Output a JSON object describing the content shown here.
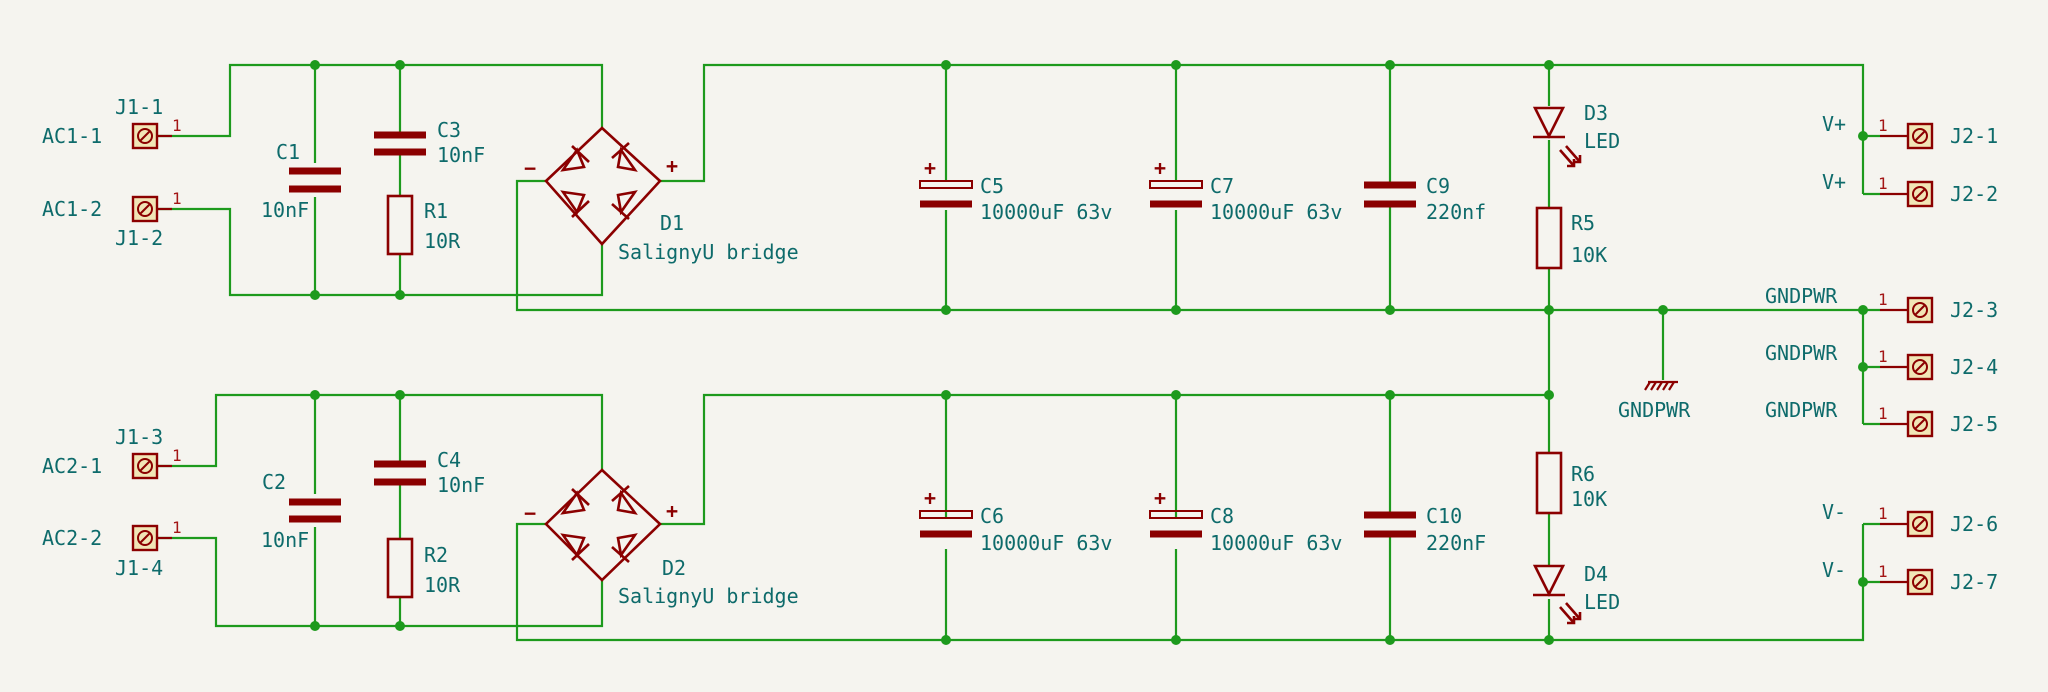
{
  "connectors_in": [
    {
      "ref": "J1-1",
      "net": "AC1-1",
      "pin": "1"
    },
    {
      "ref": "J1-2",
      "net": "AC1-2",
      "pin": "1"
    },
    {
      "ref": "J1-3",
      "net": "AC2-1",
      "pin": "1"
    },
    {
      "ref": "J1-4",
      "net": "AC2-2",
      "pin": "1"
    }
  ],
  "connectors_out": [
    {
      "ref": "J2-1",
      "net": "V+",
      "pin": "1"
    },
    {
      "ref": "J2-2",
      "net": "V+",
      "pin": "1"
    },
    {
      "ref": "J2-3",
      "net": "GNDPWR",
      "pin": "1"
    },
    {
      "ref": "J2-4",
      "net": "GNDPWR",
      "pin": "1"
    },
    {
      "ref": "J2-5",
      "net": "GNDPWR",
      "pin": "1"
    },
    {
      "ref": "J2-6",
      "net": "V-",
      "pin": "1"
    },
    {
      "ref": "J2-7",
      "net": "V-",
      "pin": "1"
    }
  ],
  "components": {
    "C1": {
      "ref": "C1",
      "value": "10nF"
    },
    "C2": {
      "ref": "C2",
      "value": "10nF"
    },
    "C3": {
      "ref": "C3",
      "value": "10nF"
    },
    "C4": {
      "ref": "C4",
      "value": "10nF"
    },
    "R1": {
      "ref": "R1",
      "value": "10R"
    },
    "R2": {
      "ref": "R2",
      "value": "10R"
    },
    "D1": {
      "ref": "D1",
      "value": "SalignyU bridge"
    },
    "D2": {
      "ref": "D2",
      "value": "SalignyU bridge"
    },
    "C5": {
      "ref": "C5",
      "value": "10000uF 63v"
    },
    "C6": {
      "ref": "C6",
      "value": "10000uF 63v"
    },
    "C7": {
      "ref": "C7",
      "value": "10000uF 63v"
    },
    "C8": {
      "ref": "C8",
      "value": "10000uF 63v"
    },
    "C9": {
      "ref": "C9",
      "value": "220nf"
    },
    "C10": {
      "ref": "C10",
      "value": "220nF"
    },
    "D3": {
      "ref": "D3",
      "value": "LED"
    },
    "D4": {
      "ref": "D4",
      "value": "LED"
    },
    "R5": {
      "ref": "R5",
      "value": "10K"
    },
    "R6": {
      "ref": "R6",
      "value": "10K"
    }
  },
  "gnd_symbol": "GNDPWR",
  "signs": {
    "plus": "+",
    "minus": "−"
  },
  "colors": {
    "wire": "#1d9a1d",
    "part": "#8b0000",
    "text": "#0e6b6b",
    "background": "#f5f4ef"
  }
}
